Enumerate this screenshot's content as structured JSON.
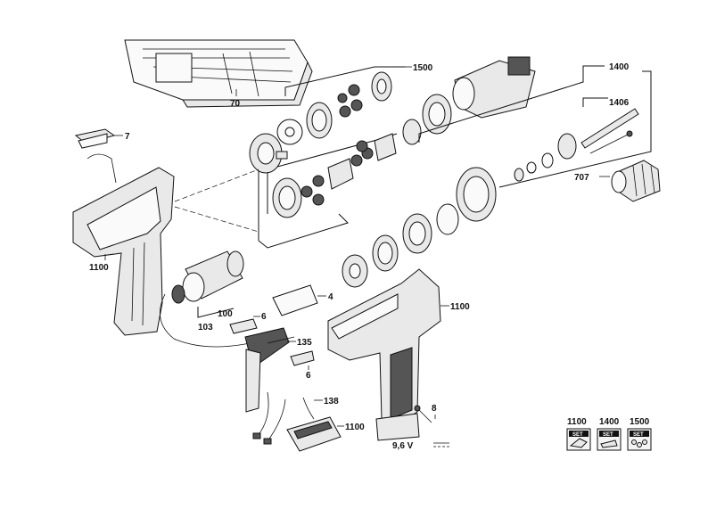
{
  "labels": {
    "case": "70",
    "gearbox": "1500",
    "clip": "7",
    "housing_left": "1100",
    "drive_assembly": "1400",
    "spindle": "1406",
    "chuck": "707",
    "plate": "4",
    "housing_right": "1100",
    "motor": "100",
    "motor_pinion": "103",
    "spring_6a": "6",
    "switch": "135",
    "spring_6b": "6",
    "wire": "138",
    "battery": "1100",
    "screw": "8"
  },
  "voltage": "9,6 V",
  "sets": [
    {
      "number": "1100",
      "tag": "SET",
      "icon": "housing-icon"
    },
    {
      "number": "1400",
      "tag": "SET",
      "icon": "drive-icon"
    },
    {
      "number": "1500",
      "tag": "SET",
      "icon": "gear-set-icon"
    }
  ]
}
